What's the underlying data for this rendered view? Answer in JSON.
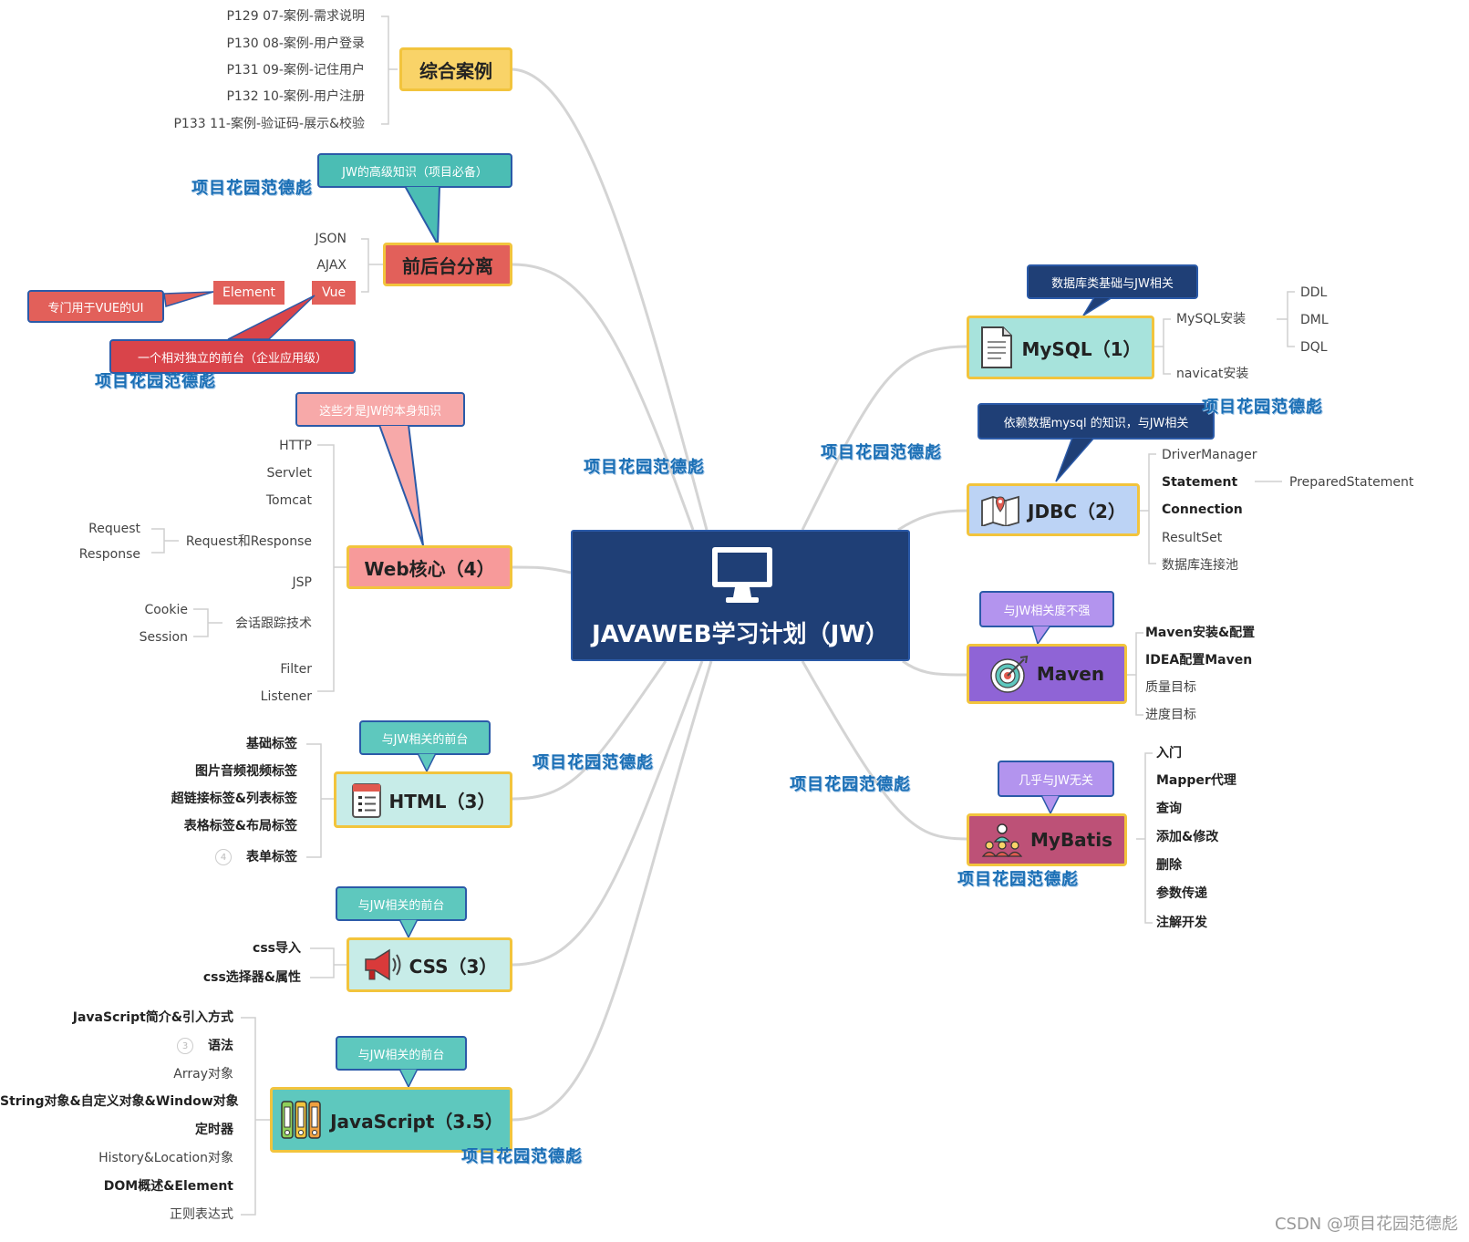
{
  "center": {
    "title": "JAVAWEB学习计划（JW）",
    "icon": "monitor-icon"
  },
  "watermark": "项目花园范德彪",
  "footer": "CSDN @项目花园范德彪",
  "topics": {
    "case": {
      "label": "综合案例",
      "color": "#f9d368",
      "items": [
        "P129 07-案例-需求说明",
        "P130 08-案例-用户登录",
        "P131 09-案例-记住用户",
        "P132 10-案例-用户注册",
        "P133 11-案例-验证码-展示&校验"
      ]
    },
    "separate": {
      "label": "前后台分离",
      "color": "#e2605a",
      "callout": "JW的高级知识（项目必备）",
      "items": [
        "JSON",
        "AJAX",
        "Vue"
      ],
      "vue_child": "Element",
      "element_note": "专门用于VUE的UI",
      "vue_note": "一个相对独立的前台（企业应用级）"
    },
    "web": {
      "label": "Web核心（4）",
      "color": "#f79a9a",
      "callout": "这些才是JW的本身知识",
      "items": [
        "HTTP",
        "Servlet",
        "Tomcat",
        "Request和Response",
        "JSP",
        "会话跟踪技术",
        "Filter",
        "Listener"
      ],
      "req_children": [
        "Request",
        "Response"
      ],
      "session_children": [
        "Cookie",
        "Session"
      ]
    },
    "html": {
      "label": "HTML（3）",
      "color": "#c7ece8",
      "icon": "list-icon",
      "callout": "与JW相关的前台",
      "items": [
        "基础标签",
        "图片音频视频标签",
        "超链接标签&列表标签",
        "表格标签&布局标签",
        "表单标签"
      ],
      "badge": "4"
    },
    "css": {
      "label": "CSS（3）",
      "color": "#c7ece8",
      "icon": "megaphone-icon",
      "callout": "与JW相关的前台",
      "items": [
        "css导入",
        "css选择器&属性"
      ]
    },
    "js": {
      "label": "JavaScript（3.5）",
      "color": "#5ec8be",
      "icon": "binders-icon",
      "callout": "与JW相关的前台",
      "items": [
        "JavaScript简介&引入方式",
        "语法",
        "Array对象",
        "String对象&自定义对象&Window对象",
        "定时器",
        "History&Location对象",
        "DOM概述&Element",
        "正则表达式"
      ],
      "badge": "3"
    },
    "mysql": {
      "label": "MySQL（1）",
      "color": "#a7e3dc",
      "icon": "document-icon",
      "callout": "数据库类基础与JW相关",
      "items": [
        "MySQL安装",
        "navicat安装"
      ],
      "sub": [
        "DDL",
        "DML",
        "DQL"
      ]
    },
    "jdbc": {
      "label": "JDBC（2）",
      "color": "#bcd3f5",
      "icon": "map-icon",
      "callout": "依赖数据mysql 的知识，与JW相关",
      "items": [
        "DriverManager",
        "Statement",
        "Connection",
        "ResultSet",
        "数据库连接池"
      ],
      "stmt_child": "PreparedStatement"
    },
    "maven": {
      "label": "Maven",
      "color": "#8f64d6",
      "icon": "target-icon",
      "callout": "与JW相关度不强",
      "items": [
        "Maven安装&配置",
        "IDEA配置Maven",
        "质量目标",
        "进度目标"
      ]
    },
    "mybatis": {
      "label": "MyBatis",
      "color": "#bd5177",
      "icon": "team-icon",
      "callout": "几乎与JW无关",
      "items": [
        "入门",
        "Mapper代理",
        "查询",
        "添加&修改",
        "删除",
        "参数传递",
        "注解开发"
      ]
    }
  }
}
